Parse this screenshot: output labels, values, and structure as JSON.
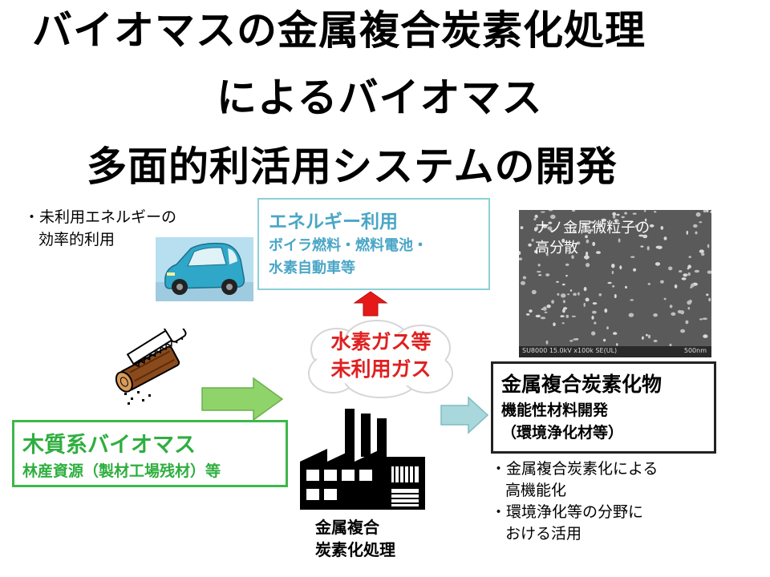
{
  "title": {
    "line1": "バイオマスの金属複合炭素化処理",
    "line2": "によるバイオマス",
    "line3": "多面的利活用システムの開発"
  },
  "left_note": {
    "line1": "・未利用エネルギーの",
    "line2": "効率的利用"
  },
  "energy_box": {
    "title": "エネルギー利用",
    "line1": "ボイラ燃料・燃料電池・",
    "line2": "水素自動車等"
  },
  "micrograph": {
    "label_line1": "ナノ金属微粒子の",
    "label_line2": "高分散",
    "footer": "SU8000 15.0kV x100k SE(UL)",
    "scale": "500nm"
  },
  "gas": {
    "line1": "水素ガス等",
    "line2": "未利用ガス"
  },
  "wood_box": {
    "title": "木質系バイオマス",
    "subtitle": "林産資源（製材工場残材）等"
  },
  "metal_box": {
    "title": "金属複合炭素化物",
    "line1": "機能性材料開発",
    "line2": "（環境浄化材等）"
  },
  "factory": {
    "line1": "金属複合",
    "line2": "炭素化処理"
  },
  "bullets": {
    "line1": "・金属複合炭素化による",
    "line2": "高機能化",
    "line3": "・環境浄化等の分野に",
    "line4": "おける活用"
  },
  "colors": {
    "energy": "#4aa6c6",
    "wood": "#2fae3f",
    "gas": "#e02020",
    "red_arrow": "#e61919",
    "green_arrow": "#8fd36b",
    "blue_arrow": "#a9d8dc"
  },
  "icons": [
    "car-icon",
    "saw-log-icon",
    "factory-icon",
    "cloud-icon"
  ]
}
